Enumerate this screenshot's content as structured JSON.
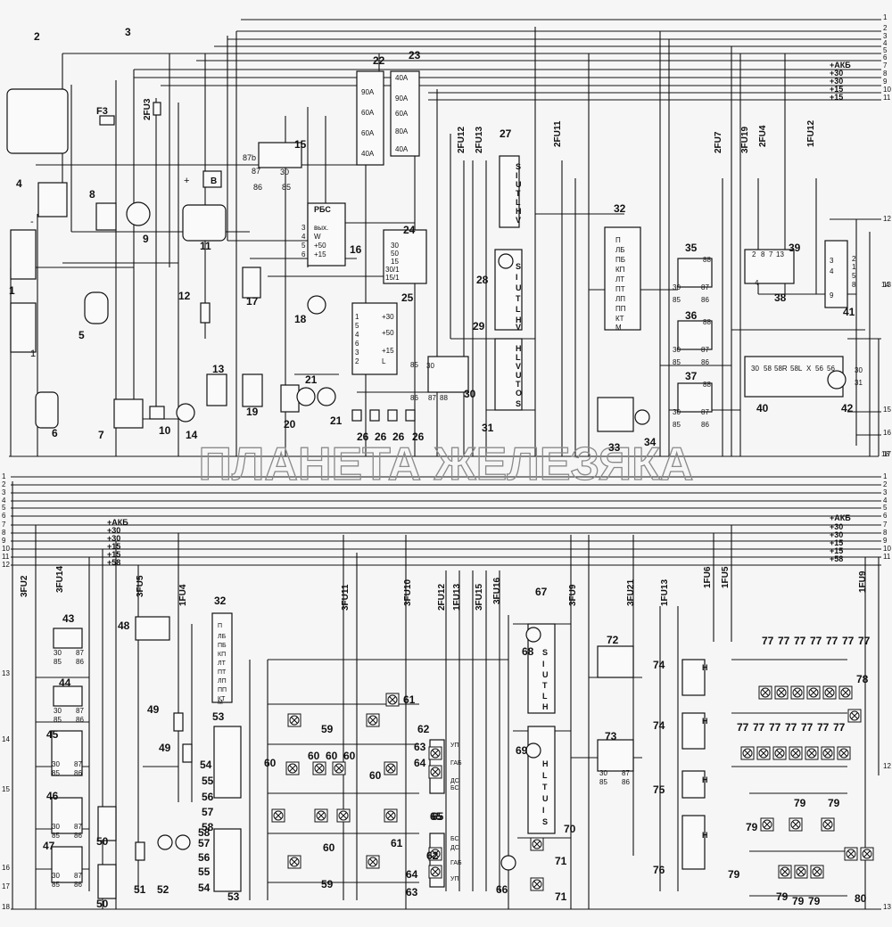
{
  "watermark": "ПЛАНЕТА ЖЕЛЕЗЯКА",
  "top_diagram": {
    "bus_labels": [
      "+АКБ",
      "+30",
      "+30",
      "+15",
      "+15"
    ],
    "bus_numbers": [
      "1",
      "2",
      "3",
      "4",
      "5",
      "6",
      "7",
      "8",
      "9",
      "10",
      "11",
      "12",
      "13",
      "14",
      "15",
      "16",
      "17",
      "18"
    ],
    "fuse_labels": [
      "F3",
      "2FU3",
      "2FU12",
      "2FU13",
      "2FU11",
      "2FU7",
      "3FU19",
      "2FU4",
      "1FU12"
    ],
    "block22_fuses": [
      "90A",
      "60A",
      "60A",
      "40A"
    ],
    "block23_fuses": [
      "40A",
      "90A",
      "60A",
      "80A",
      "40A"
    ],
    "rbs_box": {
      "title": "РБС",
      "rows": [
        "вых.",
        "W",
        "+50",
        "+15"
      ],
      "pins": [
        "3",
        "4",
        "5",
        "6"
      ]
    },
    "relay15_pins": [
      "87b",
      "87",
      "30",
      "86",
      "85"
    ],
    "switch24_pins": [
      "30",
      "50",
      "15",
      "30/1",
      "15/1"
    ],
    "box25_rows": [
      "+30",
      "+50",
      "+15",
      "L"
    ],
    "box25_pins": [
      "1",
      "5",
      "4",
      "6",
      "3",
      "2"
    ],
    "switch27_pins": [
      "S",
      "I",
      "U",
      "T",
      "L",
      "H",
      "V"
    ],
    "switch29_pins": [
      "S",
      "I",
      "U",
      "T",
      "L",
      "H",
      "V"
    ],
    "switch31_pins": [
      "H",
      "L",
      "V",
      "U",
      "T",
      "O",
      "S"
    ],
    "connector32": [
      "П",
      "ЛБ",
      "ПБ",
      "КП",
      "ЛТ",
      "ПТ",
      "ЛП",
      "ПП",
      "КТ",
      "М"
    ],
    "relay_pins": [
      "30",
      "87",
      "86",
      "85",
      "88"
    ],
    "relay30_pins": [
      "30",
      "87",
      "88",
      "86",
      "85"
    ],
    "module38_pins": [
      "2",
      "8",
      "7",
      "13",
      "4"
    ],
    "switch41_pins": [
      "2",
      "1",
      "3",
      "5",
      "8",
      "4",
      "9"
    ],
    "box40_pins": [
      "30",
      "58",
      "58R",
      "58L",
      "X",
      "56",
      "56"
    ],
    "box40_pins_b": [
      "30",
      "31"
    ],
    "component_numbers": [
      "1",
      "2",
      "3",
      "4",
      "5",
      "6",
      "7",
      "8",
      "9",
      "10",
      "11",
      "12",
      "13",
      "14",
      "15",
      "16",
      "17",
      "18",
      "19",
      "20",
      "21",
      "21",
      "22",
      "23",
      "24",
      "25",
      "26",
      "26",
      "26",
      "26",
      "27",
      "28",
      "29",
      "30",
      "31",
      "32",
      "33",
      "34",
      "35",
      "36",
      "37",
      "38",
      "39",
      "40",
      "41",
      "42"
    ],
    "misc": [
      "B",
      "+",
      "-",
      "1"
    ]
  },
  "bottom_diagram": {
    "bus_labels_left": [
      "+АКБ",
      "+30",
      "+30",
      "+15",
      "+15",
      "+58"
    ],
    "bus_labels_right": [
      "+АКБ",
      "+30",
      "+30",
      "+15",
      "+15",
      "+58"
    ],
    "bus_numbers_left": [
      "1",
      "2",
      "3",
      "4",
      "5",
      "6",
      "7",
      "8",
      "9",
      "10",
      "11",
      "12",
      "13",
      "14",
      "15",
      "16",
      "17",
      "18"
    ],
    "bus_numbers_right": [
      "1",
      "2",
      "3",
      "4",
      "5",
      "6",
      "7",
      "8",
      "9",
      "10",
      "11",
      "12",
      "13"
    ],
    "fuse_labels": [
      "3FU2",
      "3FU14",
      "3FU5",
      "1FU4",
      "3FU11",
      "3FU10",
      "2FU12",
      "1FU13",
      "3FU15",
      "3FU16",
      "3FU9",
      "3FU21",
      "1FU13",
      "1FU6",
      "1FU5",
      "1FU9"
    ],
    "connector32": [
      "П",
      "ЛБ",
      "ПБ",
      "КП",
      "ЛТ",
      "ПТ",
      "ЛП",
      "ПП",
      "КТ",
      "М"
    ],
    "switch68_pins": [
      "S",
      "I",
      "U",
      "T",
      "L",
      "H"
    ],
    "switch69_pins": [
      "H",
      "L",
      "T",
      "U",
      "I",
      "S"
    ],
    "block62_labels": [
      "УП",
      "ГАБ",
      "ДС",
      "БС"
    ],
    "block65_labels": [
      "БС",
      "ДС",
      "ГАБ",
      "УП"
    ],
    "relay_pins": [
      "30",
      "87",
      "85",
      "86",
      "88"
    ],
    "switch_pin": "Н",
    "component_numbers": [
      "32",
      "43",
      "44",
      "45",
      "46",
      "47",
      "48",
      "49",
      "49",
      "50",
      "50",
      "51",
      "52",
      "53",
      "53",
      "54",
      "55",
      "56",
      "57",
      "58",
      "54",
      "55",
      "56",
      "57",
      "58",
      "59",
      "59",
      "60",
      "60",
      "60",
      "60",
      "60",
      "60",
      "61",
      "61",
      "62",
      "62",
      "63",
      "63",
      "64",
      "64",
      "65",
      "65",
      "66",
      "67",
      "68",
      "69",
      "70",
      "71",
      "71",
      "72",
      "73",
      "74",
      "74",
      "75",
      "76",
      "77",
      "77",
      "77",
      "77",
      "77",
      "77",
      "77",
      "77",
      "77",
      "77",
      "77",
      "77",
      "77",
      "77",
      "78",
      "79",
      "79",
      "79",
      "79",
      "79",
      "79",
      "79",
      "80"
    ]
  }
}
